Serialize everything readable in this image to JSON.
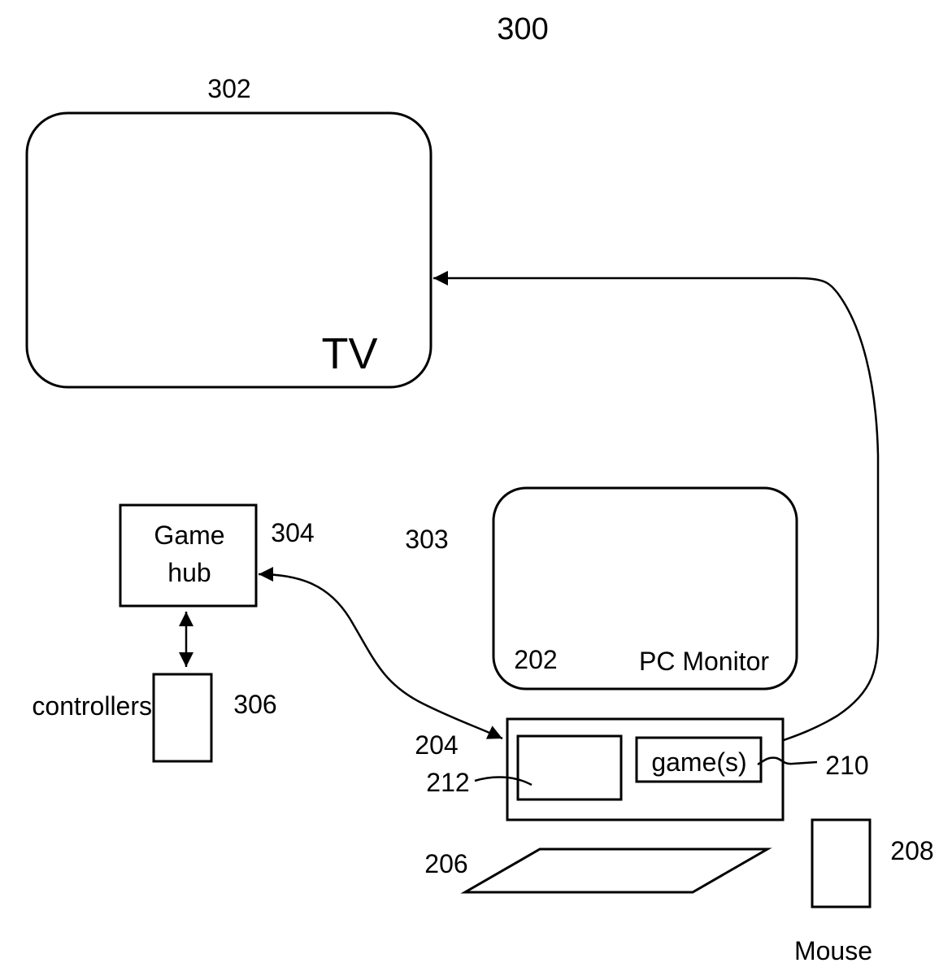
{
  "figure": {
    "number": "300",
    "tv": {
      "ref": "302",
      "label": "TV"
    },
    "link_label": "303",
    "game_hub": {
      "ref": "304",
      "label_line1": "Game",
      "label_line2": "hub"
    },
    "controllers": {
      "ref": "306",
      "label": "controllers"
    },
    "pc_monitor": {
      "ref": "202",
      "label": "PC Monitor"
    },
    "computer": {
      "ref": "204"
    },
    "processor": {
      "ref": "212"
    },
    "games": {
      "ref": "210",
      "label": "game(s)"
    },
    "keyboard": {
      "ref": "206"
    },
    "mouse": {
      "ref": "208",
      "label": "Mouse"
    }
  }
}
